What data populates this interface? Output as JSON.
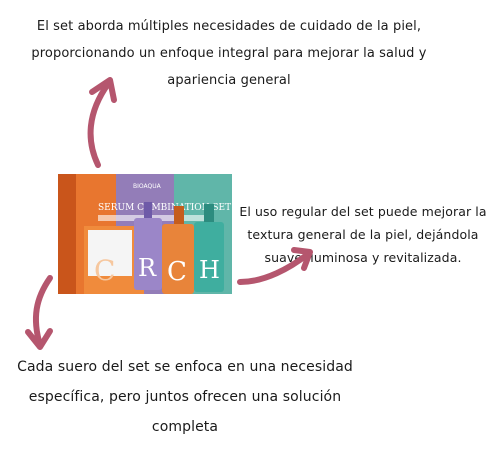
{
  "annotations": {
    "top": "El set aborda múltiples necesidades de cuidado de la piel, proporcionando un enfoque integral para mejorar la salud y apariencia general",
    "right": "El uso regular del set puede mejorar la textura general de la piel, dejándola suave, luminosa y revitalizada.",
    "bottom": "Cada suero del set se enfoca en una necesidad específica, pero juntos ofrecen una solución completa"
  },
  "product": {
    "brand": "BIOAQUA",
    "box_title": "SERUM COMBINATION SET",
    "box_letter": "C",
    "bottles": [
      {
        "letter": "R",
        "color": "#9b86c8"
      },
      {
        "letter": "C",
        "color": "#e8843a"
      },
      {
        "letter": "H",
        "color": "#3fae9f"
      }
    ]
  },
  "colors": {
    "arrow": "#b5566e",
    "box_orange": "#e8762f",
    "box_purple": "#8e7dc0",
    "box_teal": "#58b9b0"
  }
}
